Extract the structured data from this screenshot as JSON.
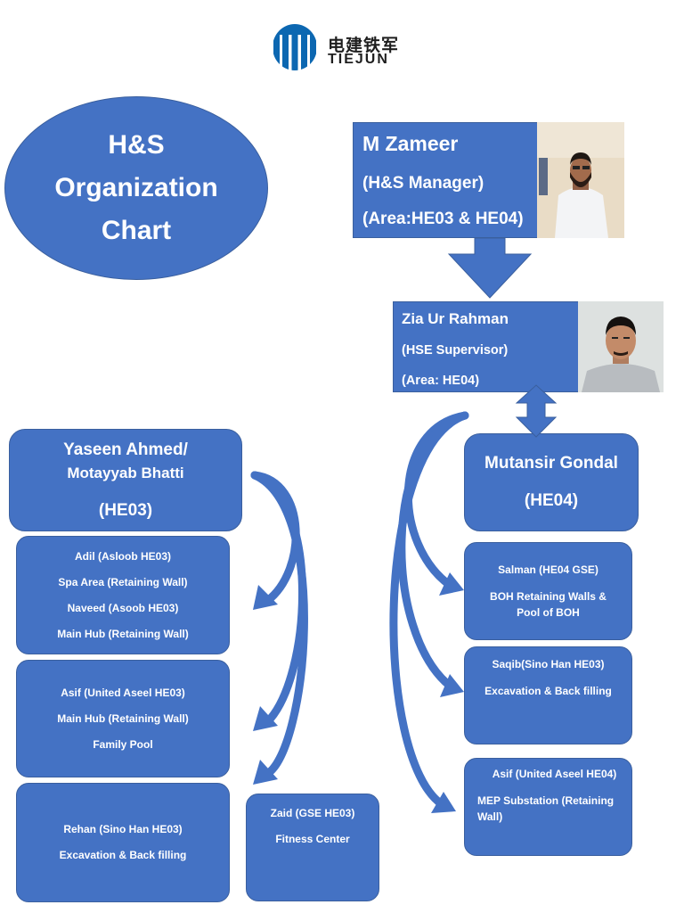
{
  "logo": {
    "icon": "tiejun-logo-icon",
    "cn": "电建铁军",
    "en": "TIEJUN",
    "brand_color": "#0c67b1"
  },
  "title": {
    "lines": [
      "H&S",
      "Organization",
      "Chart"
    ]
  },
  "manager": {
    "name": "M Zameer",
    "role": "(H&S Manager)",
    "area": "(Area:HE03 & HE04)"
  },
  "supervisor": {
    "name": "Zia Ur Rahman",
    "role": "(HSE Supervisor)",
    "area": "(Area: HE04)"
  },
  "he03_lead": {
    "line1": "Yaseen Ahmed/",
    "line2": "Motayyab Bhatti",
    "area": "(HE03)"
  },
  "he04_lead": {
    "name": "Mutansir Gondal",
    "area": "(HE04)"
  },
  "he03_teams": [
    {
      "lines": [
        "Adil (Asloob HE03)",
        "Spa Area (Retaining Wall)",
        "Naveed (Asoob HE03)",
        "Main Hub (Retaining Wall)"
      ]
    },
    {
      "lines": [
        "Asif (United Aseel HE03)",
        "Main Hub (Retaining Wall)",
        "Family Pool"
      ]
    },
    {
      "lines": [
        "Rehan (Sino Han HE03)",
        "Excavation & Back filling"
      ]
    },
    {
      "lines": [
        "Zaid (GSE HE03)",
        "Fitness Center"
      ]
    }
  ],
  "he04_teams": [
    {
      "title": "Salman (HE04 GSE)",
      "line1": "BOH Retaining Walls &",
      "line2": "Pool of BOH"
    },
    {
      "title": "Saqib(Sino Han HE03)",
      "line1": "Excavation & Back filling"
    },
    {
      "title": "Asif (United Aseel HE04)",
      "line1": "MEP Substation  (Retaining",
      "line2": "Wall)"
    }
  ],
  "colors": {
    "box_fill": "#4472c4",
    "box_border": "#3a5f9e",
    "text": "#ffffff"
  }
}
